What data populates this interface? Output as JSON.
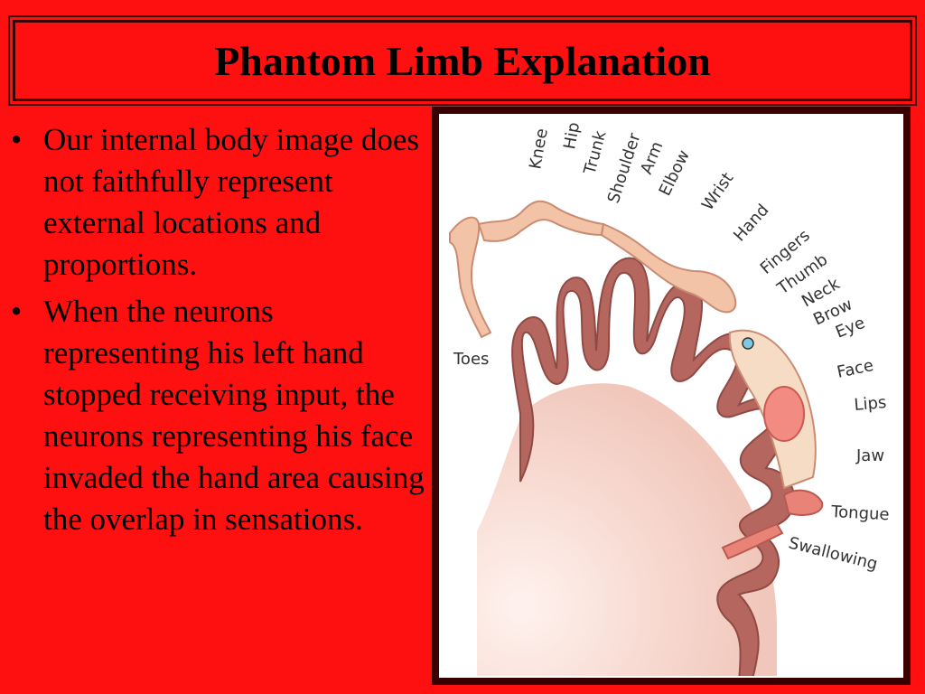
{
  "slide": {
    "title": "Phantom Limb Explanation",
    "bullets": [
      "Our internal body image does not faithfully represent external locations and proportions.",
      "When the neurons representing his left hand stopped receiving input, the neurons representing his face invaded the hand area causing the overlap in sensations."
    ],
    "bullet_glyph": "•"
  },
  "homunculus": {
    "labels": {
      "knee": "Knee",
      "hip": "Hip",
      "trunk": "Trunk",
      "shoulder": "Shoulder",
      "arm": "Arm",
      "elbow": "Elbow",
      "wrist": "Wrist",
      "hand": "Hand",
      "fingers": "Fingers",
      "thumb": "Thumb",
      "neck": "Neck",
      "brow": "Brow",
      "eye": "Eye",
      "face": "Face",
      "lips": "Lips",
      "jaw": "Jaw",
      "tongue": "Tongue",
      "swallowing": "Swallowing",
      "toes": "Toes"
    }
  },
  "colors": {
    "background": "#ff1010",
    "frame": "#3a0000",
    "cortex": "#b5665f",
    "white_matter": "#f6d6cc",
    "skin": "#f2c3a6"
  }
}
